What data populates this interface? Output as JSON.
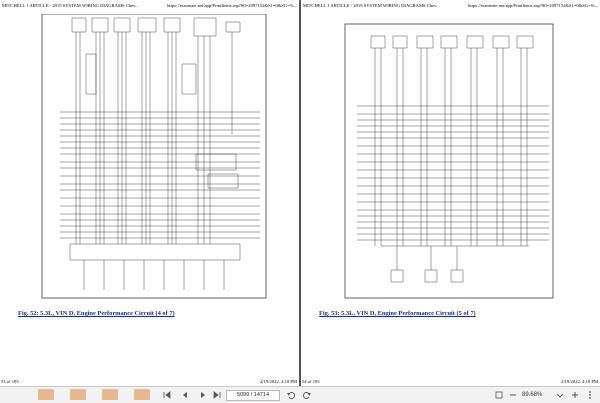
{
  "pages": [
    {
      "header_left": "MITCHELL 1 ARTICLE - 2019 SYSTEM WIRING DIAGRAMS Chev...",
      "header_right": "https://eraonsite.net/app/PrintItems.asp?S0=2097152&S1=0&SG=%...",
      "caption": "Fig. 52: 5.3L, VIN D, Engine Performance Circuit (4 of 7)",
      "page_count": "53 of 193",
      "date": "2/19/2022, 4:18 PM"
    },
    {
      "header_left": "MITCHELL 1 ARTICLE - 2019 SYSTEM WIRING DIAGRAMS Chev...",
      "header_right": "https://eraonsite.net/app/PrintItems.asp?S0=2097152&S1=0&SG=%...",
      "caption": "Fig. 53: 5.3L, VIN D, Engine Performance Circuit (5 of 7)",
      "page_count": "54 of 193",
      "date": "2/19/2022, 4:18 PM"
    }
  ],
  "toolbar": {
    "page_input": "5099 / 14714",
    "zoom": "89.68%",
    "icons": [
      "thumbnails-icon",
      "first-page-icon",
      "prev-page-icon",
      "next-page-icon",
      "last-page-icon",
      "rotate-left-icon",
      "rotate-right-icon",
      "fit-page-icon",
      "zoom-out-icon",
      "zoom-in-icon"
    ]
  },
  "colors": {
    "viewer_bg": "#6b6b6b",
    "caption_link": "#1d2f8c",
    "toolbar_bg": "#f2f2f2"
  }
}
